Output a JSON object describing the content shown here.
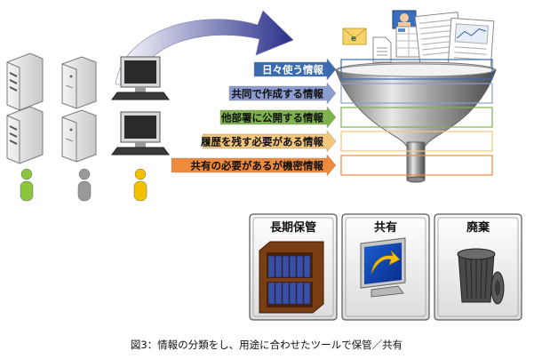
{
  "categories": [
    {
      "label": "日々使う情報",
      "color": "#3a6bb0",
      "text_color": "#ffffff"
    },
    {
      "label": "共同で作成する情報",
      "color": "#8c9cd0",
      "text_color": "#111111"
    },
    {
      "label": "他部署に公開する情報",
      "color": "#7fb24a",
      "text_color": "#111111"
    },
    {
      "label": "履歴を残す必要がある情報",
      "color": "#f2c77a",
      "text_color": "#111111"
    },
    {
      "label": "共有の必要があるが機密情報",
      "color": "#ee8a3c",
      "text_color": "#111111"
    }
  ],
  "bins": [
    {
      "title": "長期保管",
      "icon": "bookshelf-icon"
    },
    {
      "title": "共有",
      "icon": "shared-monitor-icon"
    },
    {
      "title": "廃棄",
      "icon": "trash-can-icon"
    }
  ],
  "people_colors": [
    "#8cc63f",
    "#999999",
    "#f2c200"
  ],
  "caption": "図3：情報の分類をし、用途に合わせたツールで保管／共有"
}
